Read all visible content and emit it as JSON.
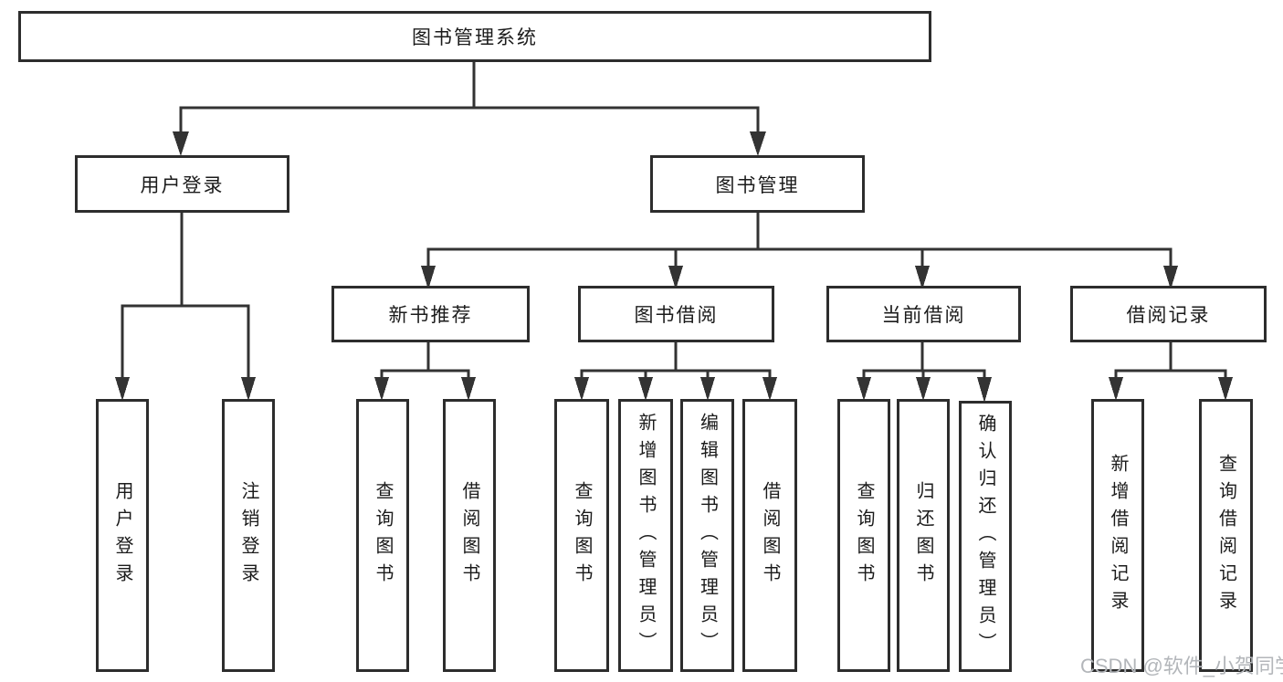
{
  "diagram": {
    "title": "图书管理系统",
    "branches": [
      {
        "label": "用户登录",
        "children": [
          "用户登录",
          "注销登录"
        ]
      },
      {
        "label": "图书管理",
        "sections": [
          {
            "label": "新书推荐",
            "children": [
              "查询图书",
              "借阅图书"
            ]
          },
          {
            "label": "图书借阅",
            "children": [
              "查询图书",
              "新增图书（管理员）",
              "编辑图书（管理员）",
              "借阅图书"
            ]
          },
          {
            "label": "当前借阅",
            "children": [
              "查询图书",
              "归还图书",
              "确认归还（管理员）"
            ]
          },
          {
            "label": "借阅记录",
            "children": [
              "新增借阅记录",
              "查询借阅记录"
            ]
          }
        ]
      }
    ]
  },
  "watermark": "CSDN @软件_小贺同学"
}
